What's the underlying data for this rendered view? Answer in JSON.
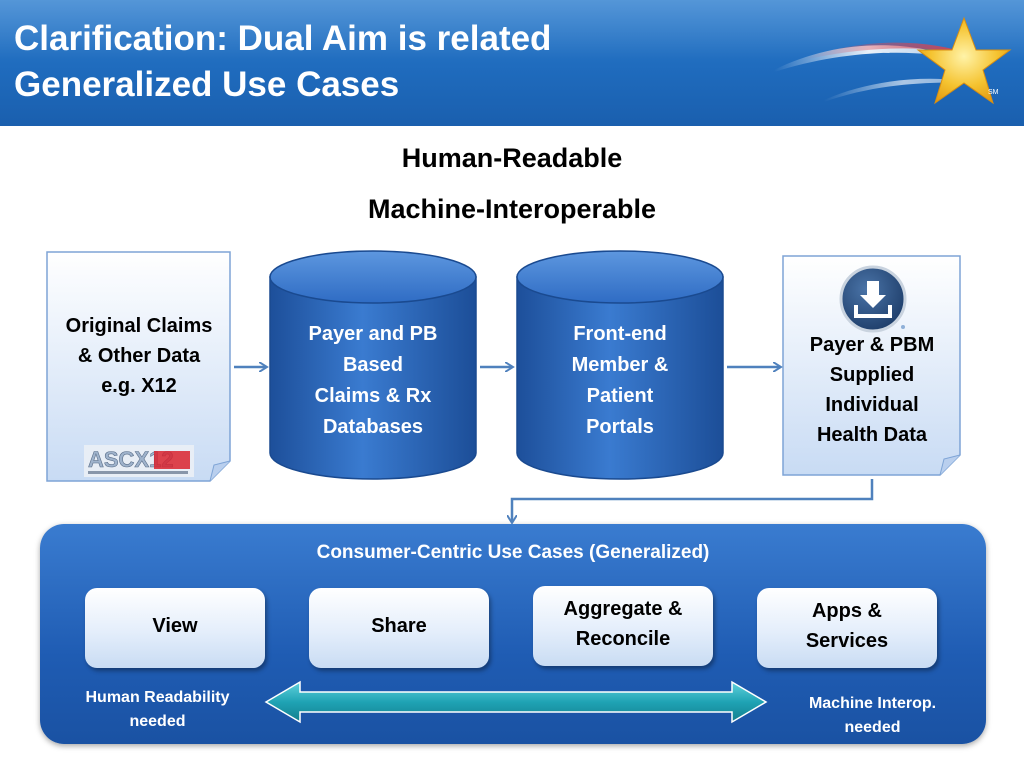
{
  "header": {
    "title_line1": "Clarification: Dual Aim is related",
    "title_line2": "Generalized Use Cases",
    "logo_mark": "SM"
  },
  "center": {
    "line1": "Human-Readable",
    "line2": "Machine-Interoperable"
  },
  "flow": {
    "source_doc": {
      "line1": "Original Claims",
      "line2": "& Other Data",
      "line3": "e.g. X12",
      "logo_text": "ASCX12"
    },
    "db1": {
      "line1": "Payer and PB",
      "line2": "Based",
      "line3": "Claims & Rx",
      "line4": "Databases"
    },
    "db2": {
      "line1": "Front-end",
      "line2": "Member &",
      "line3": "Patient",
      "line4": "Portals"
    },
    "output_doc": {
      "line1": "Payer & PBM",
      "line2": "Supplied",
      "line3": "Individual",
      "line4": "Health Data",
      "icon": "download-icon"
    }
  },
  "panel": {
    "title": "Consumer-Centric Use Cases (Generalized)",
    "cases": [
      {
        "line1": "View",
        "line2": ""
      },
      {
        "line1": "Share",
        "line2": ""
      },
      {
        "line1": "Aggregate &",
        "line2": "Reconcile"
      },
      {
        "line1": "Apps &",
        "line2": "Services"
      }
    ],
    "left_note": {
      "line1": "Human Readability",
      "line2": "needed"
    },
    "right_note": {
      "line1": "Machine Interop.",
      "line2": "needed"
    }
  },
  "colors": {
    "header_blue": "#1f6bbd",
    "db_blue": "#2a64b8",
    "panel_blue": "#1f5cb3",
    "arrow_blue": "#4f81bd",
    "teal_arrow": "#1fa3b4",
    "star_gold": "#f5c330"
  }
}
